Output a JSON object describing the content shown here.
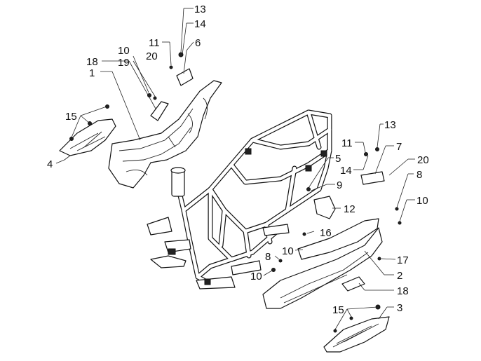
{
  "callouts": {
    "c13a": "13",
    "c14a": "14",
    "c11a": "11",
    "c6": "6",
    "c20a": "20",
    "c10a": "10",
    "c19": "19",
    "c18a": "18",
    "c1": "1",
    "c15a": "15",
    "c4": "4",
    "c13b": "13",
    "c11b": "11",
    "c7": "7",
    "c5": "5",
    "c14b": "14",
    "c20b": "20",
    "c8a": "8",
    "c9": "9",
    "c10b": "10",
    "c12": "12",
    "c16": "16",
    "c8b": "8",
    "c10c": "10",
    "c17": "17",
    "c10d": "10",
    "c2": "2",
    "c18b": "18",
    "c15b": "15",
    "c3": "3"
  }
}
